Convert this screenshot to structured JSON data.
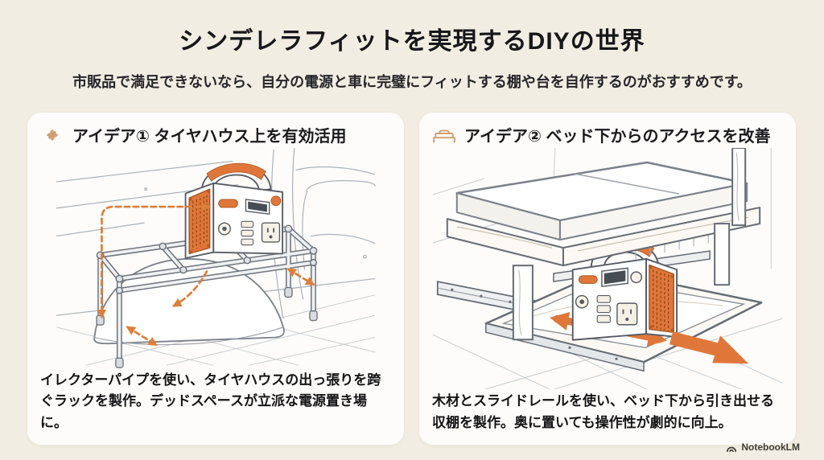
{
  "header": {
    "title": "シンデレラフィットを実現するDIYの世界",
    "subtitle": "市販品で満足できないなら、自分の電源と車に完璧にフィットする棚や台を自作するのがおすすめです。"
  },
  "cards": [
    {
      "icon": "wrench-icon",
      "title": "アイデア① タイヤハウス上を有効活用",
      "caption": "イレクターパイプを使い、タイヤハウスの出っ張りを跨ぐラックを製作。デッドスペースが立派な電源置き場に。",
      "illustration_alt": "イレクターパイプ製ラックがタイヤハウスを跨ぎ、その上にポータブル電源が載っている車内イラスト（採寸を示すオレンジの点線矢印付き）"
    },
    {
      "icon": "bed-icon",
      "title": "アイデア② ベッド下からのアクセスを改善",
      "caption": "木材とスライドレールを使い、ベッド下から引き出せる収棚を製作。奥に置いても操作性が劇的に向上。",
      "illustration_alt": "ベッド下のスライドレール付き引き出しトレーにポータブル電源が載り、引き出し方向をオレンジの矢印で示すイラスト"
    }
  ],
  "footer": {
    "watermark": "NotebookLM"
  },
  "colors": {
    "background": "#f2ede2",
    "card": "#fdfcfa",
    "accent_orange": "#e0773a",
    "arrow_orange": "#dc7f3a",
    "icon_tan": "#cf9e6f",
    "line_gray": "#6e747d",
    "text": "#1d1d1d"
  }
}
